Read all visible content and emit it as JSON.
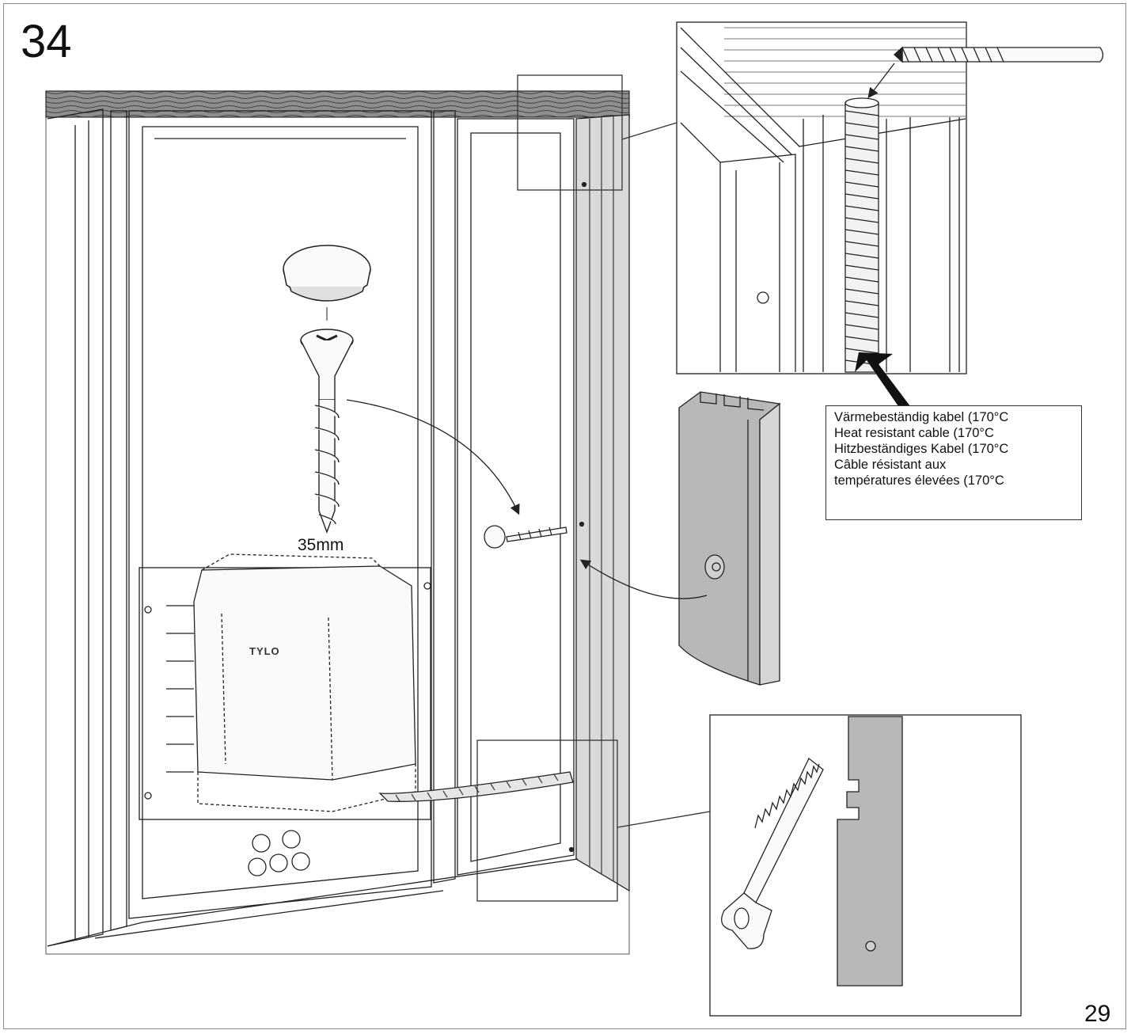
{
  "step": {
    "number": "34"
  },
  "page": {
    "number": "29"
  },
  "screw": {
    "length_label": "35mm"
  },
  "heater": {
    "brand_label": "TYLO"
  },
  "cable_note": {
    "lines": [
      "Värmebeständig kabel (170°C",
      "Heat resistant cable (170°C",
      "Hitzbeständiges Kabel (170°C",
      "Câble résistant aux",
      "températures élevées (170°C"
    ]
  },
  "colors": {
    "line": "#222222",
    "panel_fill": "#b8b8b8",
    "frame_border": "#8a8a8a"
  },
  "icons": [
    "screw-icon",
    "plug-cap-icon",
    "saw-icon",
    "arrow-icon"
  ]
}
